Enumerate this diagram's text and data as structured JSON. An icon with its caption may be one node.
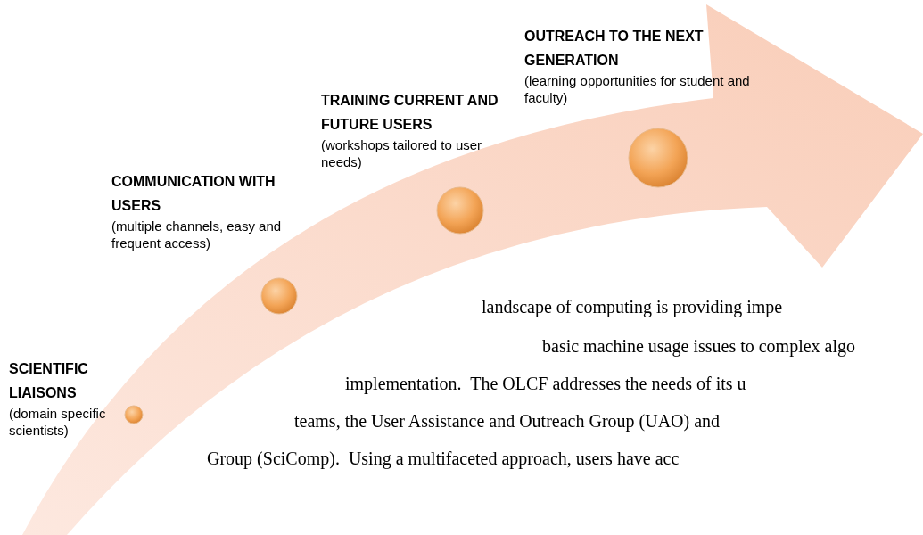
{
  "diagram": {
    "nodes": [
      {
        "text": [
          "SCIENTIFIC LIAISONS",
          "(domain specific scientists)"
        ]
      },
      {
        "text": [
          "COMMUNICATION WITH USERS",
          "(multiple channels, easy and frequent access)"
        ]
      },
      {
        "text": [
          "TRAINING CURRENT AND FUTURE USERS",
          "(workshops tailored to user needs)"
        ]
      },
      {
        "text": [
          "OUTREACH TO THE NEXT GENERATION",
          "(learning opportunities for student and faculty)"
        ]
      }
    ],
    "labels": [
      "landscape of computing is providing impe",
      "basic machine usage issues to complex algo",
      "implementation.  The OLCF addresses the needs of its u",
      "teams, the User Assistance and Outreach Group (UAO) and",
      "Group (SciComp).  Using a multifaceted approach, users have acc"
    ]
  }
}
